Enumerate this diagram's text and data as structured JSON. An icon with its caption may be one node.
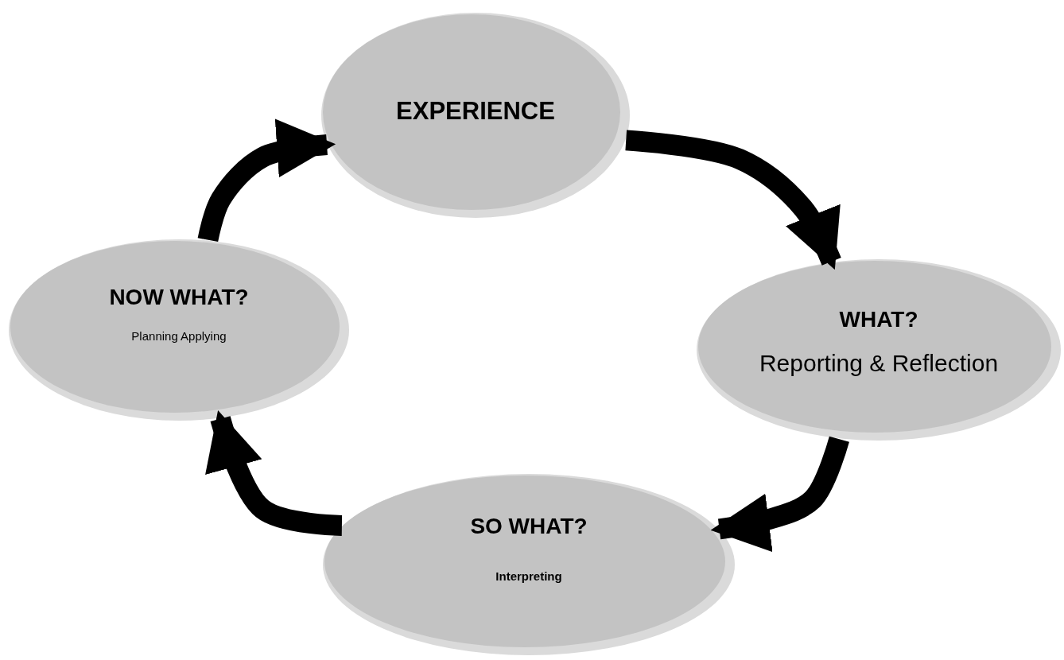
{
  "diagram": {
    "nodes": [
      {
        "text": [
          "EXPERIENCE"
        ]
      },
      {
        "text": [
          "WHAT?",
          "Reporting & Reflection"
        ]
      },
      {
        "text": [
          "SO WHAT?",
          "Interpreting"
        ]
      },
      {
        "text": [
          "NOW WHAT?",
          "Planning Applying"
        ]
      }
    ],
    "edges": [
      {
        "from": 0,
        "to": 1,
        "arrow": "to"
      },
      {
        "from": 1,
        "to": 2,
        "arrow": "to"
      },
      {
        "from": 2,
        "to": 3,
        "arrow": "to"
      },
      {
        "from": 3,
        "to": 0,
        "arrow": "to"
      }
    ]
  }
}
